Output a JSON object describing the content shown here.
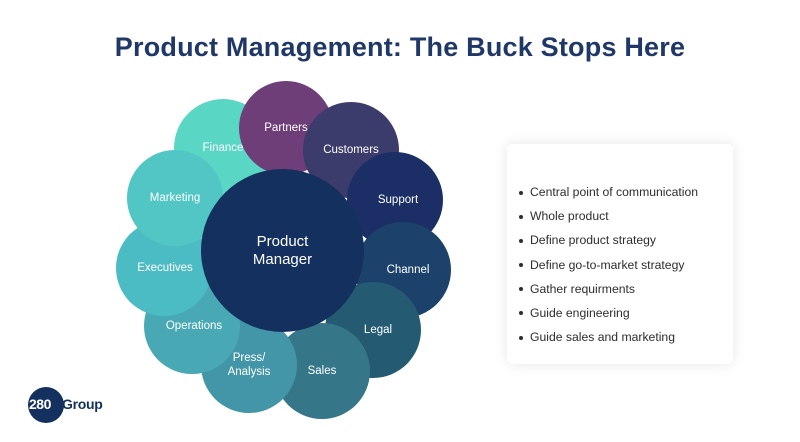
{
  "title": "Product Management: The Buck Stops Here",
  "diagram": {
    "center": {
      "line1": "Product",
      "line2": "Manager",
      "color": "#14305f"
    },
    "petals": [
      {
        "label": "Finance",
        "color": "#5ad6c4"
      },
      {
        "label": "Partners",
        "color": "#6e3e78"
      },
      {
        "label": "Customers",
        "color": "#3b3b6c"
      },
      {
        "label": "Support",
        "color": "#1b2f66"
      },
      {
        "label": "Channel",
        "color": "#1c416a"
      },
      {
        "label": "Legal",
        "color": "#245a72"
      },
      {
        "label": "Sales",
        "color": "#357789"
      },
      {
        "label": "Press/ Analysis",
        "color": "#4396a7"
      },
      {
        "label": "Operations",
        "color": "#48a9b5"
      },
      {
        "label": "Executives",
        "color": "#4cbcc4"
      },
      {
        "label": "Marketing",
        "color": "#52c6c5"
      }
    ]
  },
  "bullets": [
    "Central point of communication",
    "Whole product",
    "Define product strategy",
    "Define go-to-market strategy",
    "Gather requirments",
    "Guide engineering",
    "Guide sales and marketing"
  ],
  "logo": {
    "number": "280",
    "word": "Group"
  }
}
